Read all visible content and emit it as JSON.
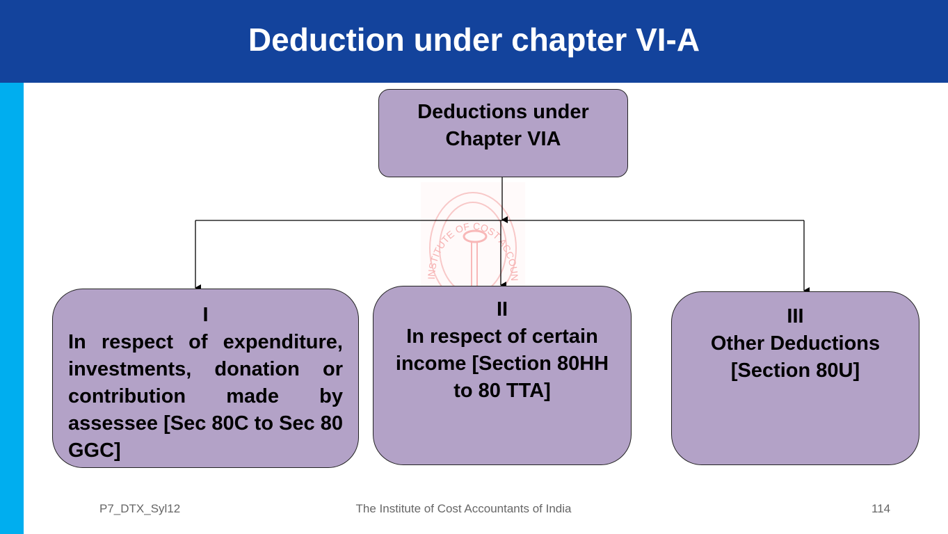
{
  "header": {
    "title": "Deduction under chapter VI-A"
  },
  "watermark": {
    "text": "INSTITUTE OF COST ACCOUNTANTS OF"
  },
  "diagram": {
    "root": {
      "line1": "Deductions under",
      "line2": "Chapter VIA"
    },
    "children": [
      {
        "numeral": "I",
        "text": "In respect of expenditure, investments, donation or contribution made by assessee [Sec 80C to Sec 80 GGC]"
      },
      {
        "numeral": "II",
        "text": "In respect of certain income [Section 80HH to 80 TTA]"
      },
      {
        "numeral": "III",
        "text": "Other Deductions [Section 80U]"
      }
    ]
  },
  "footer": {
    "left": "P7_DTX_Syl12",
    "center": "The Institute of Cost Accountants of India",
    "page": "114"
  }
}
